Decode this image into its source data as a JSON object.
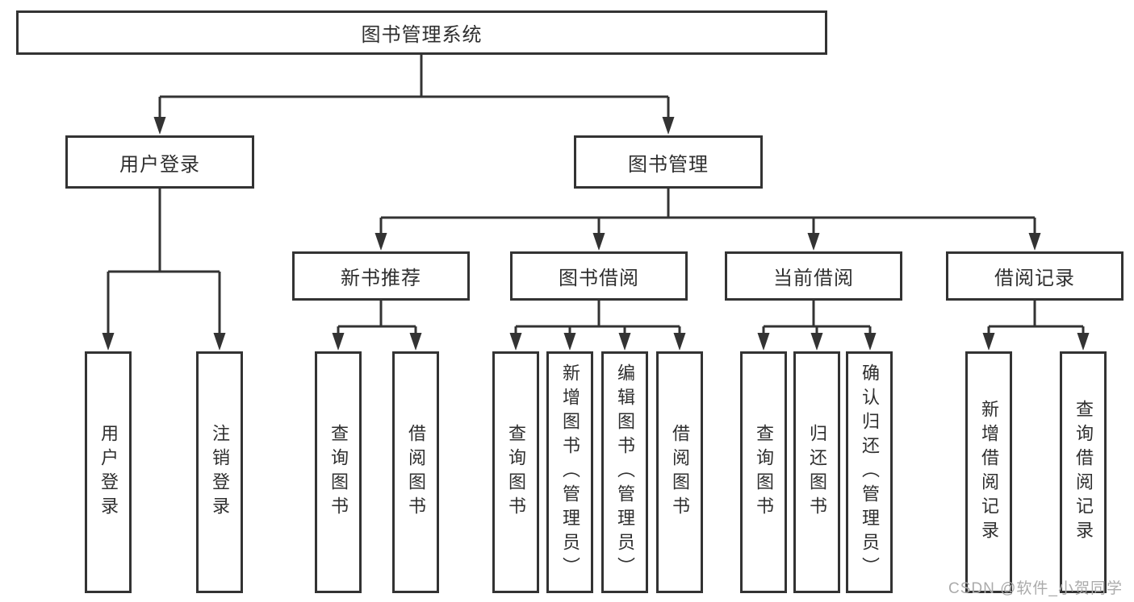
{
  "colors": {
    "line": "#333333",
    "text": "#2f2f2f",
    "watermark": "#ababab",
    "background": "#ffffff"
  },
  "watermark": "CSDN @软件_小贺同学",
  "tree": {
    "label": "图书管理系统",
    "children": [
      {
        "label": "用户登录",
        "children": [
          {
            "label": "用户登录"
          },
          {
            "label": "注销登录"
          }
        ]
      },
      {
        "label": "图书管理",
        "children": [
          {
            "label": "新书推荐",
            "children": [
              {
                "label": "查询图书"
              },
              {
                "label": "借阅图书"
              }
            ]
          },
          {
            "label": "图书借阅",
            "children": [
              {
                "label": "查询图书"
              },
              {
                "label": "新增图书（管理员）"
              },
              {
                "label": "编辑图书（管理员）"
              },
              {
                "label": "借阅图书"
              }
            ]
          },
          {
            "label": "当前借阅",
            "children": [
              {
                "label": "查询图书"
              },
              {
                "label": "归还图书"
              },
              {
                "label": "确认归还（管理员）"
              }
            ]
          },
          {
            "label": "借阅记录",
            "children": [
              {
                "label": "新增借阅记录"
              },
              {
                "label": "查询借阅记录"
              }
            ]
          }
        ]
      }
    ]
  }
}
